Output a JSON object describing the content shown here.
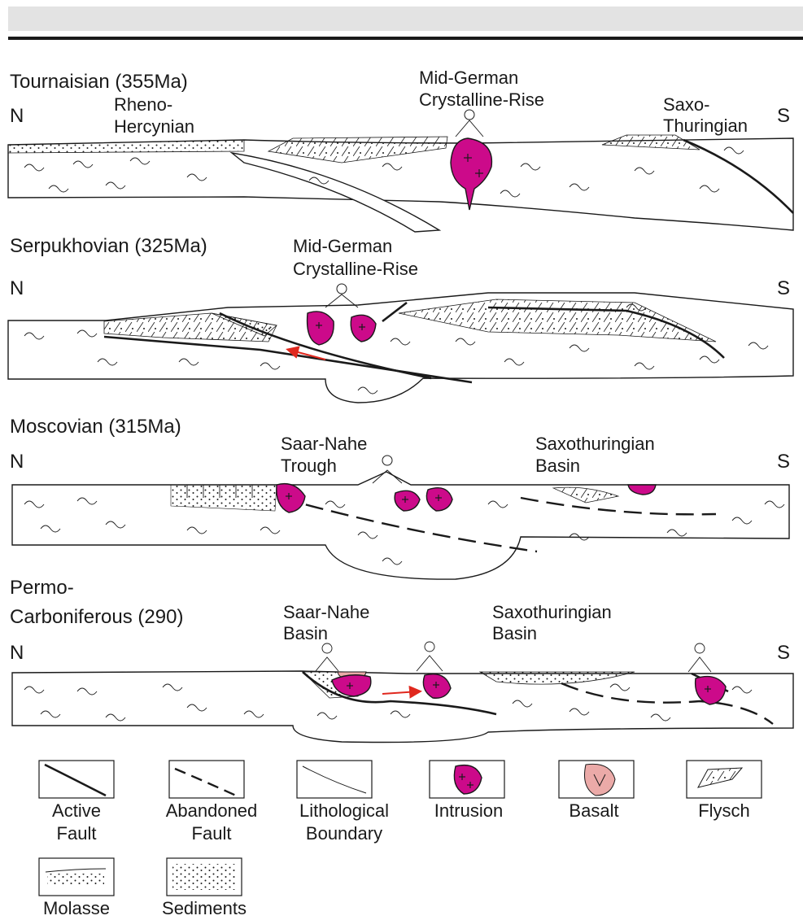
{
  "panels": [
    {
      "title": "Tournaisian (355Ma)",
      "north": "N",
      "south": "S",
      "labels": {
        "rheno_1": "Rheno-",
        "rheno_2": "Hercynian",
        "mgcr_1": "Mid-German",
        "mgcr_2": "Crystalline-Rise",
        "saxo_1": "Saxo-",
        "saxo_2": "Thuringian"
      }
    },
    {
      "title": "Serpukhovian (325Ma)",
      "north": "N",
      "south": "S",
      "labels": {
        "mgcr_1": "Mid-German",
        "mgcr_2": "Crystalline-Rise"
      }
    },
    {
      "title": "Moscovian (315Ma)",
      "north": "N",
      "south": "S",
      "labels": {
        "saar_1": "Saar-Nahe",
        "saar_2": "Trough",
        "saxo_1": "Saxothuringian",
        "saxo_2": "Basin"
      }
    },
    {
      "title_1": "Permo-",
      "title_2": "Carboniferous (290)",
      "north": "N",
      "south": "S",
      "labels": {
        "saar_1": "Saar-Nahe",
        "saar_2": "Basin",
        "saxo_1": "Saxothuringian",
        "saxo_2": "Basin"
      }
    }
  ],
  "legend": [
    {
      "icon": "active-fault",
      "line1": "Active",
      "line2": "Fault"
    },
    {
      "icon": "abandoned-fault",
      "line1": "Abandoned",
      "line2": "Fault"
    },
    {
      "icon": "lithological-boundary",
      "line1": "Lithological",
      "line2": "Boundary"
    },
    {
      "icon": "intrusion",
      "line1": "Intrusion",
      "line2": ""
    },
    {
      "icon": "basalt",
      "line1": "Basalt",
      "line2": ""
    },
    {
      "icon": "flysch",
      "line1": "Flysch",
      "line2": ""
    },
    {
      "icon": "molasse",
      "line1": "Molasse",
      "line2": ""
    },
    {
      "icon": "sediments",
      "line1": "Sediments",
      "line2": ""
    }
  ],
  "colors": {
    "intrusion": "#cc0a8a",
    "basalt": "#ebaaa8",
    "arrow": "#e0281e",
    "line": "#1a1a1a"
  }
}
